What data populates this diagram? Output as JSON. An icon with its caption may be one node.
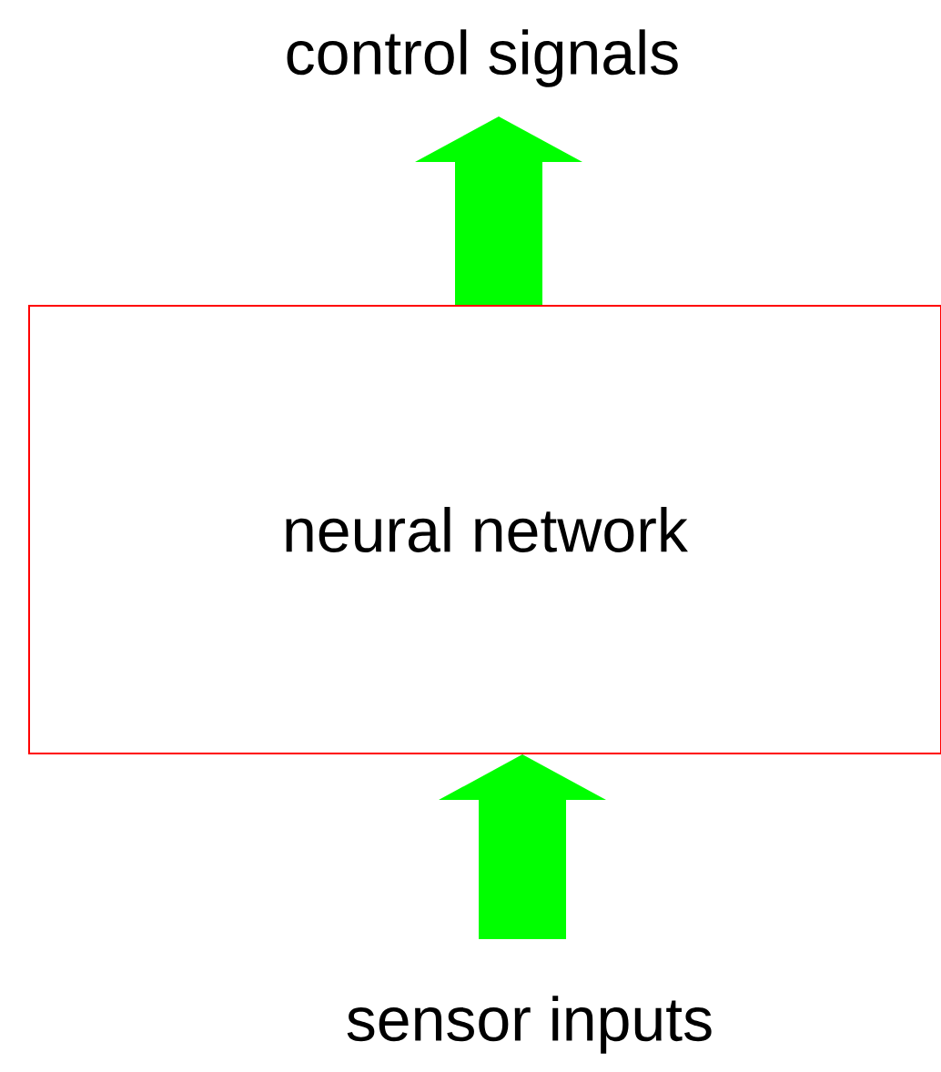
{
  "diagram": {
    "nodes": [
      {
        "text": [
          "control signals"
        ]
      },
      {
        "text": [
          "neural network"
        ]
      },
      {
        "text": [
          "sensor inputs"
        ]
      }
    ],
    "edges": [
      {
        "from": 1,
        "to": 0,
        "arrow": "to",
        "color": "#00ff00"
      },
      {
        "from": 2,
        "to": 1,
        "arrow": "to",
        "color": "#00ff00"
      }
    ]
  }
}
